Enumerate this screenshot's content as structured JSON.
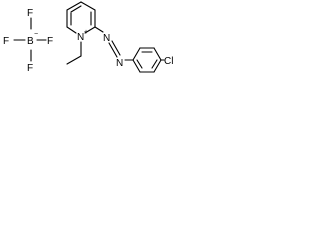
{
  "structure": {
    "counterion": {
      "fluorine": "F",
      "boron": "B",
      "charge": "−",
      "label_f_left": "F",
      "label_f_top": "F",
      "label_f_bottom": "F"
    },
    "cation": {
      "ring_nitrogen": "N",
      "charge": "+",
      "azo_n1": "N",
      "azo_n2": "N",
      "chlorine": "Cl"
    }
  }
}
